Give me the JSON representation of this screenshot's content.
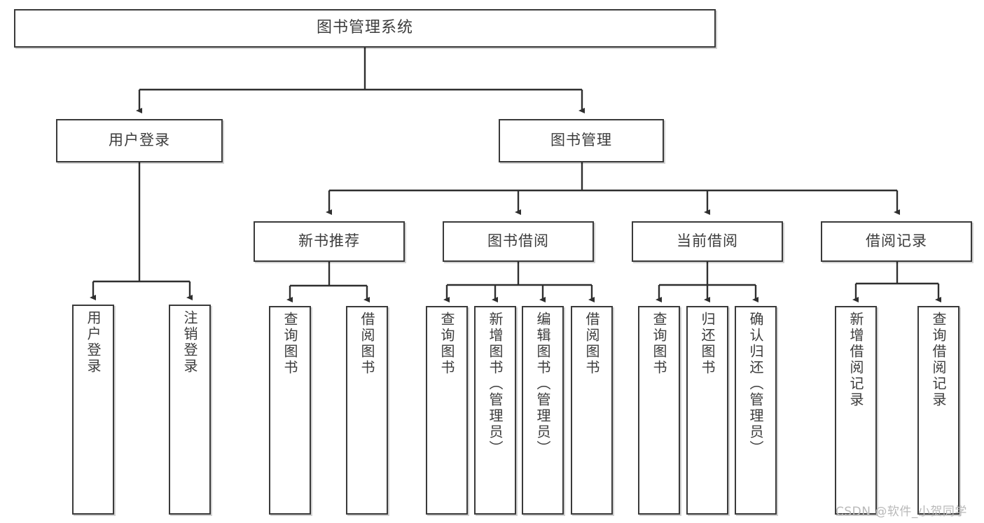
{
  "diagram": {
    "title": "图书管理系统",
    "type": "tree-hierarchy-chart",
    "colors": {
      "box_border": "#3a3a3a",
      "box_fill": "#ffffff",
      "connector": "#2f2f2f",
      "text": "#3c3c3c",
      "watermark": "#b9b9b9"
    },
    "nodes": {
      "root": {
        "label": "图书管理系统"
      },
      "level2": [
        {
          "id": "user-login",
          "label": "用户登录"
        },
        {
          "id": "book-management",
          "label": "图书管理"
        }
      ],
      "level3": [
        {
          "id": "new-book-recommend",
          "label": "新书推荐"
        },
        {
          "id": "book-borrow",
          "label": "图书借阅"
        },
        {
          "id": "current-borrow",
          "label": "当前借阅"
        },
        {
          "id": "borrow-record",
          "label": "借阅记录"
        }
      ],
      "leaves": {
        "user-login": [
          {
            "id": "leaf-user-login",
            "label": "用户登录"
          },
          {
            "id": "leaf-logout-login",
            "label": "注销登录"
          }
        ],
        "new-book-recommend": [
          {
            "id": "leaf-query-book-1",
            "label": "查询图书"
          },
          {
            "id": "leaf-borrow-book-1",
            "label": "借阅图书"
          }
        ],
        "book-borrow": [
          {
            "id": "leaf-query-book-2",
            "label": "查询图书"
          },
          {
            "id": "leaf-add-book",
            "label": "新增图书（管理员）"
          },
          {
            "id": "leaf-edit-book",
            "label": "编辑图书（管理员）"
          },
          {
            "id": "leaf-borrow-book-2",
            "label": "借阅图书"
          }
        ],
        "current-borrow": [
          {
            "id": "leaf-query-book-3",
            "label": "查询图书"
          },
          {
            "id": "leaf-return-book",
            "label": "归还图书"
          },
          {
            "id": "leaf-confirm-return",
            "label": "确认归还（管理员）"
          }
        ],
        "borrow-record": [
          {
            "id": "leaf-add-record",
            "label": "新增借阅记录"
          },
          {
            "id": "leaf-query-record",
            "label": "查询借阅记录"
          }
        ]
      }
    }
  },
  "watermark": {
    "text": "CSDN @软件_小贺同学"
  }
}
